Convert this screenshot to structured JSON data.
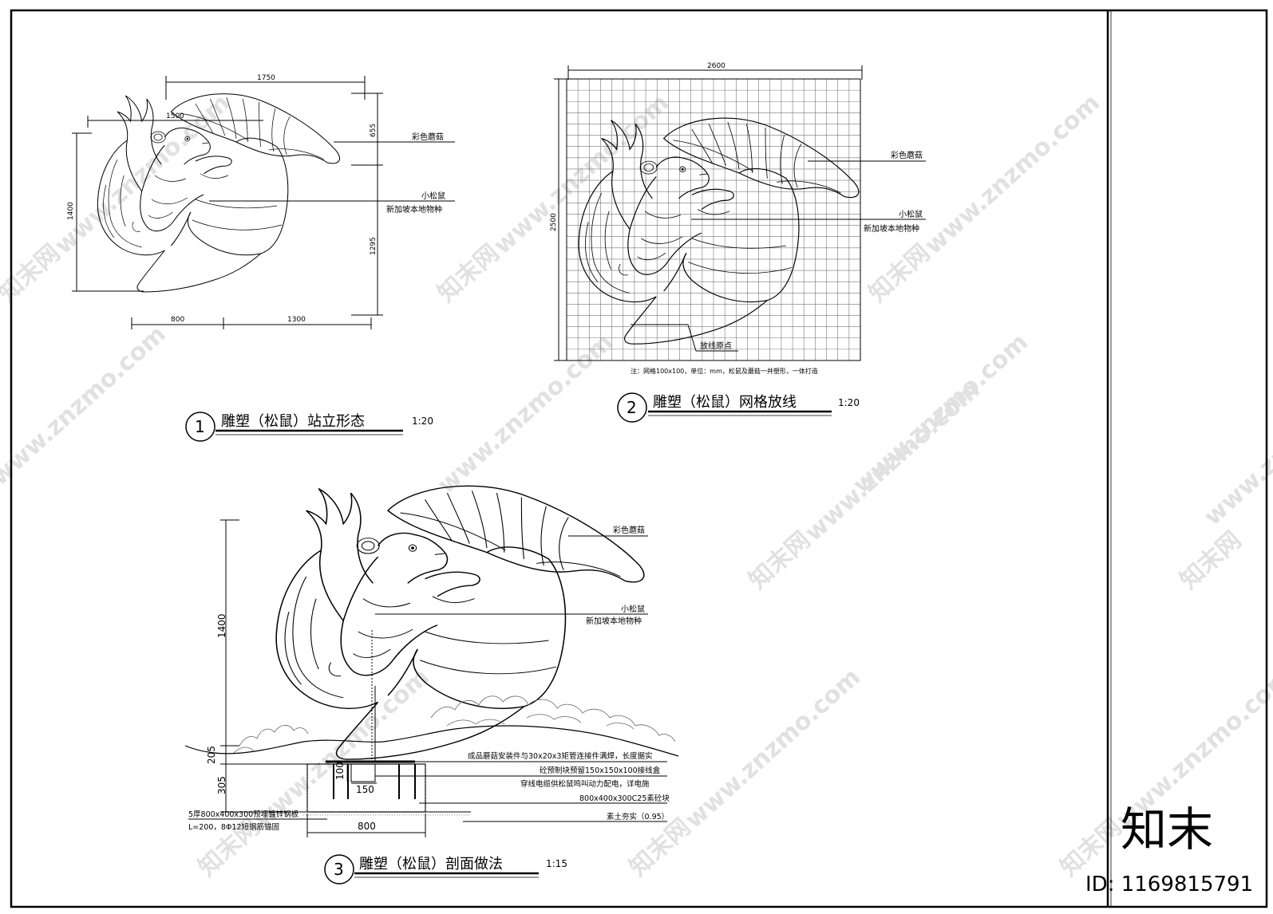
{
  "watermark": {
    "site": "www.znzmo.com",
    "brand": "知末网"
  },
  "logo": {
    "text": "知末",
    "id": "ID: 1169815791"
  },
  "view1": {
    "number": "1",
    "title": "雕塑（松鼠）站立形态",
    "scale": "1:20",
    "dims": {
      "top_width": "1750",
      "cap_width": "1500",
      "height": "1400",
      "cap_height": "655",
      "body_height": "1295",
      "base_left": "800",
      "base_right": "1300"
    },
    "labels": {
      "mushroom": "彩色蘑菇",
      "squirrel": "小松鼠",
      "species": "新加坡本地物种"
    }
  },
  "view2": {
    "number": "2",
    "title": "雕塑（松鼠）网格放线",
    "scale": "1:20",
    "dims": {
      "width": "2600",
      "height": "2500"
    },
    "labels": {
      "mushroom": "彩色蘑菇",
      "squirrel": "小松鼠",
      "species": "新加坡本地物种",
      "origin": "放线原点"
    },
    "note": "注：网格100x100，单位：mm，松鼠及蘑菇一并塑形，一体打造"
  },
  "view3": {
    "number": "3",
    "title": "雕塑（松鼠）剖面做法",
    "scale": "1:15",
    "dims": {
      "height": "1400",
      "d205": "205",
      "d305": "305",
      "d100": "100",
      "d150": "150",
      "base": "800"
    },
    "labels": {
      "mushroom": "彩色蘑菇",
      "squirrel": "小松鼠",
      "species": "新加坡本地物种",
      "c1": "成品蘑菇安装件与30x20x3矩管连接件满焊，长度据实",
      "c2": "砼预制块预留150x150x100接线盒",
      "c3": "穿线电缆供松鼠鸣叫动力配电，详电施",
      "c4": "800x400x300C25素砼块",
      "c5": "素土夯实（0.95）",
      "c6": "5厚800x400x300预埋镀锌钢板",
      "c7": "L=200，8Φ12短钢筋锚固"
    }
  }
}
